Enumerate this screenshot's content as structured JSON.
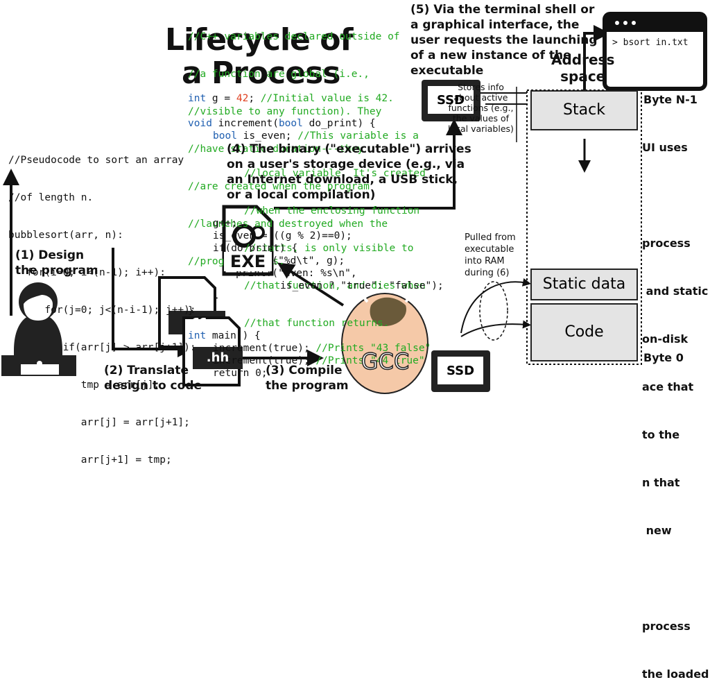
{
  "title": {
    "line1": "Lifecycle of",
    "line2": "a Process"
  },
  "code_top": {
    "comment": [
      "//C++ variables declared outside of",
      "//a function are global (i.e.,",
      "//visible to any function). They",
      "//have static duration---they",
      "//are created when the program",
      "//launches and destroyed when the",
      "//program exits."
    ],
    "decl_kw": "int",
    "decl_rest": " g = ",
    "decl_val": "42",
    "decl_tail": "; ",
    "decl_comment": "//Initial value is 42.",
    "fn_void": "void",
    "fn_rest1": " increment(",
    "fn_bool": "bool",
    "fn_rest2": " do_print) {",
    "local_bool": "bool",
    "local_rest": " is_even; ",
    "local_comment": "//This variable is a",
    "local_comment_more": [
      "//local variable. It's created",
      "//when the enclosing function",
      "//starts, is only visible to",
      "//that function, and dies when",
      "//that function returns."
    ],
    "line_gpp": "g++;",
    "line_is_even": "is_even = ((g % 2)==0);",
    "line_if": "if(do_print) {",
    "line_printf1": "printf(\"%d\\t\", g);",
    "line_printf2": "printf(\"even: %s\\n\",",
    "line_ternary": "is_even ? \"true\": \"false\");",
    "close_if": "}",
    "close_fn": "}",
    "main_kw": "int",
    "main_rest": " main() {",
    "call1": "increment(true);",
    "call1_comment": "//Prints \"43 false\"",
    "call2": "increment(true);",
    "call2_comment": "//Prints \"44 true\"",
    "ret": "return 0;"
  },
  "code_left": [
    "//Pseudocode to sort an array",
    "//of length n.",
    "bubblesort(arr, n):",
    "   for(i=0; i<(n-1); i++):",
    "      for(j=0; j<(n-i-1); j++):",
    "         if(arr[j] > arr[j+1]):",
    "            tmp = arr[j];",
    "            arr[j] = arr[j+1];",
    "            arr[j+1] = tmp;"
  ],
  "steps": {
    "s1": [
      "(1) Design",
      "the program"
    ],
    "s2": [
      "(2) Translate",
      "design to code"
    ],
    "s3": [
      "(3) Compile",
      "the program"
    ],
    "s4": [
      "(4) The binary (\"executable\") arrives",
      "on a user's storage device (e.g., via",
      "an Internet download, a USB stick,",
      "or a local compilation)"
    ],
    "s5": [
      "(5) Via the terminal shell or",
      "a graphical interface, the",
      "user requests the launching",
      "of a new instance of the",
      "executable"
    ]
  },
  "files": {
    "cc": ".cc",
    "hh": ".hh",
    "exe": "EXE",
    "gcc": "GCC"
  },
  "ssd": {
    "label": "SSD"
  },
  "address_space": {
    "label": "Address",
    "label2": "space",
    "stack": "Stack",
    "static": "Static data",
    "code": "Code",
    "byte_top": "Byte N-1",
    "byte_bottom": "Byte 0",
    "stack_note": [
      "Stores info",
      "about active",
      "functions (e.g.,",
      "the values of",
      "local variables)"
    ],
    "pulled_note": [
      "Pulled from",
      "executable",
      "into RAM",
      "during (6)"
    ]
  },
  "terminal": {
    "prompt": "> bsort in.txt"
  },
  "right_fragments": [
    "UI uses",
    "",
    "process",
    " and static",
    "on-disk",
    "ace that",
    "to the",
    "n that",
    " new",
    "",
    "process",
    "the loaded"
  ]
}
